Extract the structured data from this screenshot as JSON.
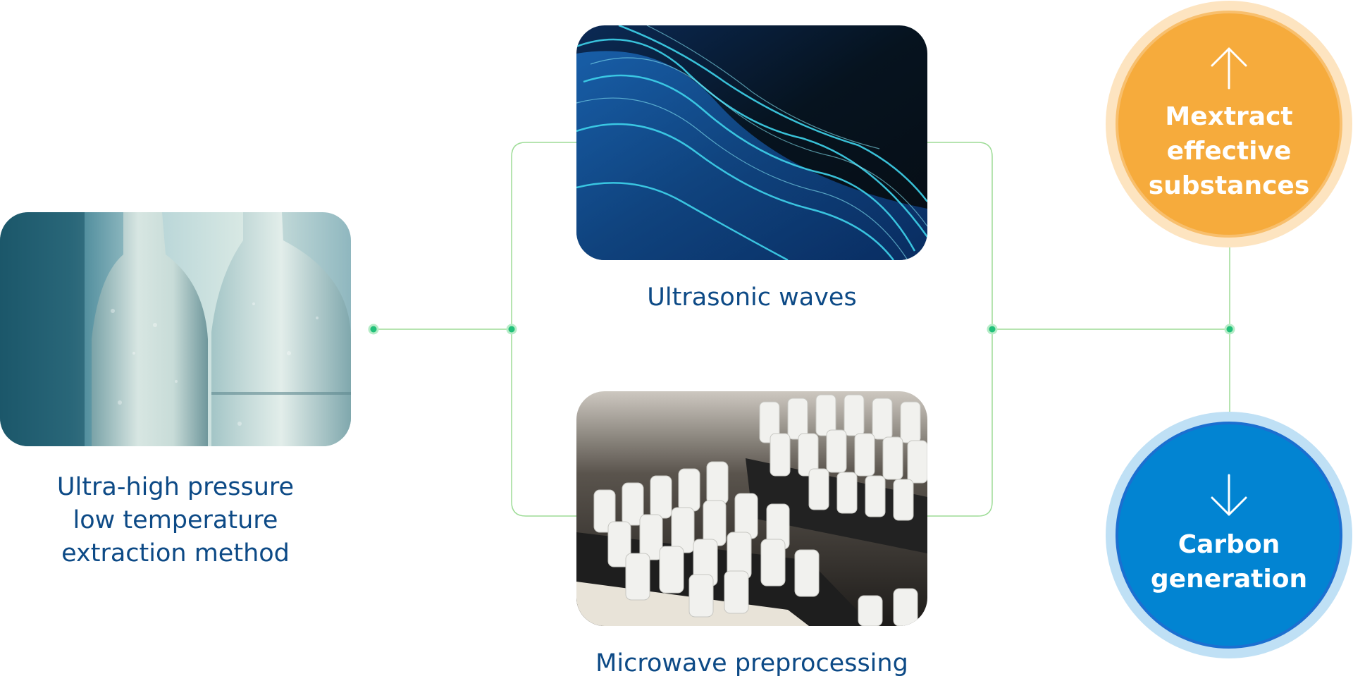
{
  "photos": {
    "bottles": "frosted-bottles-photo",
    "waves": "ultrasonic-waves-photo",
    "tubes": "microwave-tubes-photo"
  },
  "captions": {
    "ultra_high_pressure": [
      "Ultra-high pressure",
      "low temperature",
      "extraction method"
    ],
    "ultrasonic": "Ultrasonic waves",
    "microwave": "Microwave preprocessing"
  },
  "outcomes": {
    "extract": {
      "lines": [
        "Mextract",
        "effective",
        "substances"
      ],
      "icon": "arrow-up-icon",
      "color": "#f6ab3c",
      "halo": "#fde4c0"
    },
    "carbon": {
      "lines": [
        "Carbon",
        "generation"
      ],
      "icon": "arrow-down-icon",
      "color": "#0284d2",
      "halo": "#bfe0f5"
    }
  },
  "colors": {
    "connector": "#9ddc96",
    "node": "#22c07a",
    "caption": "#0d4a86"
  }
}
